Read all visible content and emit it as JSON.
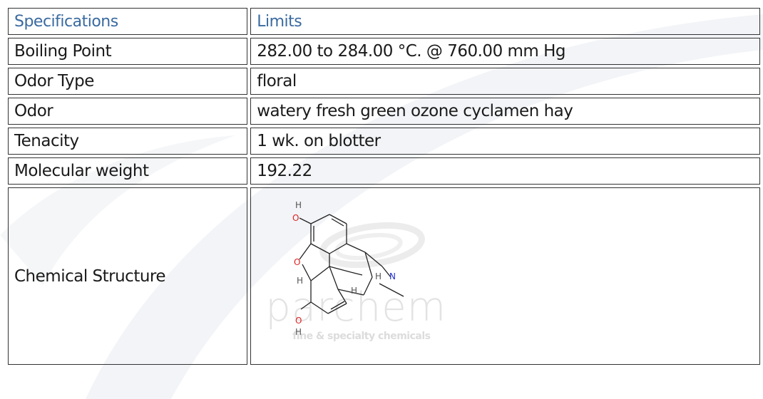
{
  "table": {
    "header": {
      "spec": "Specifications",
      "limits": "Limits"
    },
    "rows": [
      {
        "spec": "Boiling Point",
        "limit": "282.00 to 284.00 °C. @ 760.00 mm Hg"
      },
      {
        "spec": "Odor Type",
        "limit": "floral"
      },
      {
        "spec": "Odor",
        "limit": "watery fresh green ozone cyclamen hay"
      },
      {
        "spec": "Tenacity",
        "limit": "1 wk. on blotter"
      },
      {
        "spec": "Molecular weight",
        "limit": "192.22"
      },
      {
        "spec": "Chemical Structure",
        "limit": ""
      }
    ]
  },
  "structure": {
    "image_name": "chemical-structure-image",
    "atom_labels": [
      "H",
      "O",
      "O",
      "N",
      "H",
      "H",
      "H",
      "O",
      "H"
    ],
    "watermark": "parchem",
    "watermark_tagline": "fine & specialty chemicals"
  },
  "colors": {
    "header_text": "#3a6aa0",
    "body_text": "#1a1a1a",
    "border": "#333333",
    "oxygen": "#e02020",
    "nitrogen": "#2030d0"
  }
}
